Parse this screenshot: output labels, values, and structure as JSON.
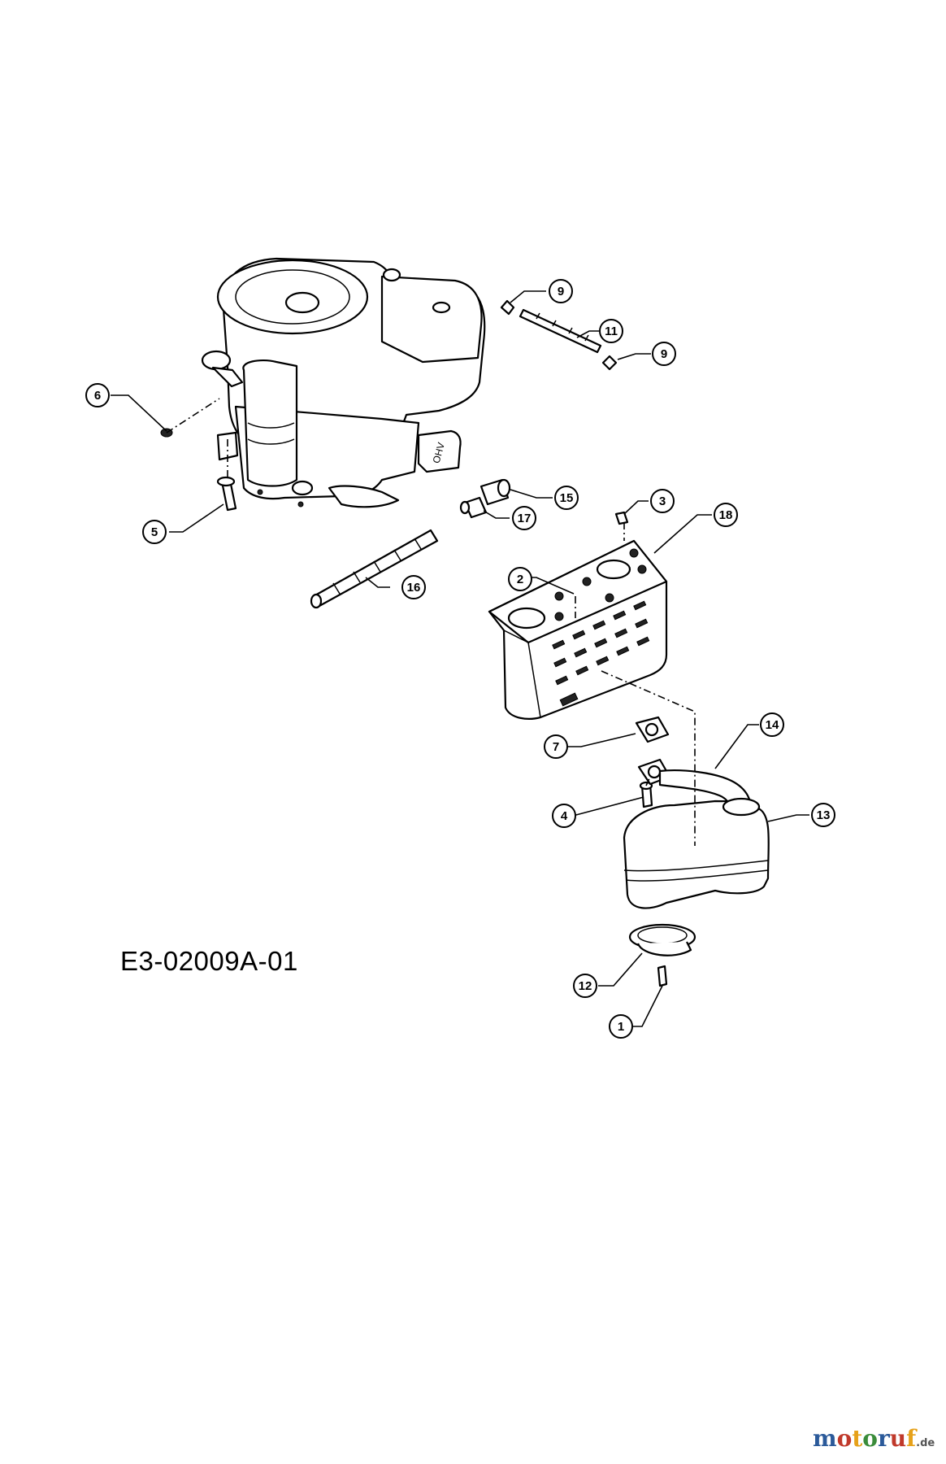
{
  "drawing_code": "E3-02009A-01",
  "watermark": {
    "text_main": "motoruf",
    "tld": ".de",
    "colors": [
      "#2b5a9a",
      "#c0392b",
      "#e6a11a",
      "#3a8c3a"
    ]
  },
  "callouts": [
    {
      "id": "c1",
      "label": "1"
    },
    {
      "id": "c2",
      "label": "2"
    },
    {
      "id": "c3",
      "label": "3"
    },
    {
      "id": "c4",
      "label": "4"
    },
    {
      "id": "c5",
      "label": "5"
    },
    {
      "id": "c6",
      "label": "6"
    },
    {
      "id": "c7",
      "label": "7"
    },
    {
      "id": "c9a",
      "label": "9"
    },
    {
      "id": "c9b",
      "label": "9"
    },
    {
      "id": "c11",
      "label": "11"
    },
    {
      "id": "c12",
      "label": "12"
    },
    {
      "id": "c13",
      "label": "13"
    },
    {
      "id": "c14",
      "label": "14"
    },
    {
      "id": "c15",
      "label": "15"
    },
    {
      "id": "c16",
      "label": "16"
    },
    {
      "id": "c17",
      "label": "17"
    },
    {
      "id": "c18",
      "label": "18"
    }
  ]
}
